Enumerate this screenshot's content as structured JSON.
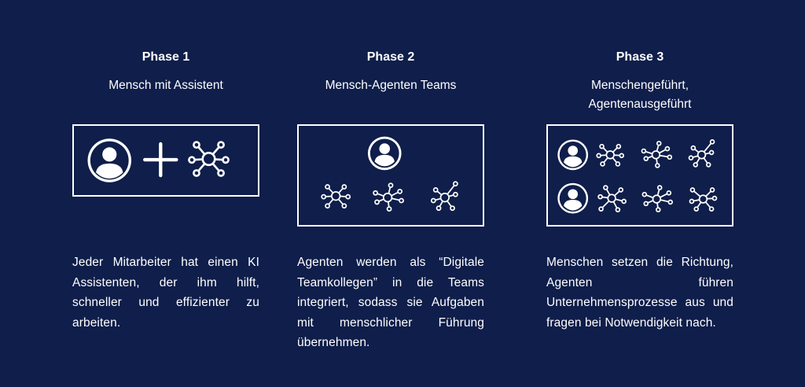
{
  "phases": [
    {
      "title": "Phase 1",
      "subtitle": "Mensch mit Assistent",
      "description": "Jeder Mitarbeiter hat einen KI Assistenten, der ihm hilft, schneller und effizienter zu arbeiten."
    },
    {
      "title": "Phase 2",
      "subtitle": "Mensch-Agenten Teams",
      "description": "Agenten werden als “Digitale Teamkollegen” in die Teams integriert, sodass sie Aufgaben mit menschlicher Führung übernehmen."
    },
    {
      "title": "Phase 3",
      "subtitle": "Menschengeführt, Agentenausgeführt",
      "description": "Menschen setzen die Richtung, Agenten führen Unternehmensprozesse aus und fragen bei Notwendigkeit nach."
    }
  ],
  "icons": {
    "person": "person-icon",
    "plus": "plus-icon",
    "agent": "agent-network-icon"
  },
  "colors": {
    "background": "#0f1e4a",
    "foreground": "#ffffff"
  }
}
